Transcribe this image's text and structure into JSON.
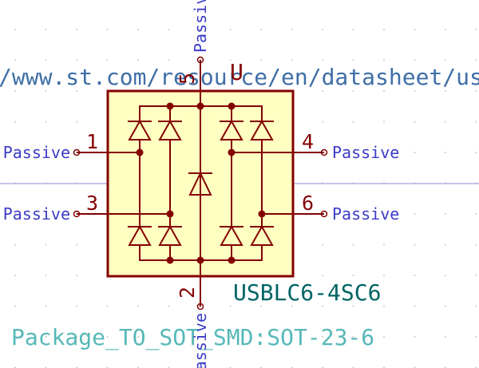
{
  "symbol": {
    "reference": "U",
    "value": "USBLC6-4SC6",
    "footprint": "Package_TO_SOT_SMD:SOT-23-6",
    "datasheet": "/www.st.com/resource/en/datasheet/us"
  },
  "pins": [
    {
      "number": "1",
      "type": "Passive"
    },
    {
      "number": "3",
      "type": "Passive"
    },
    {
      "number": "4",
      "type": "Passive"
    },
    {
      "number": "6",
      "type": "Passive"
    },
    {
      "number": "5",
      "type": "Passive"
    },
    {
      "number": "2",
      "type": "Passive"
    }
  ],
  "colors": {
    "body_fill": "#ffffc2",
    "body_stroke": "#840000",
    "pin": "#840000",
    "pin_type": "#3b3bc7",
    "value_text": "#006464",
    "footprint_text": "#56b8b8",
    "datasheet_text": "#3e6ea6",
    "grid_dot": "#c8c8c8",
    "axis_line": "#8a8ad6"
  }
}
